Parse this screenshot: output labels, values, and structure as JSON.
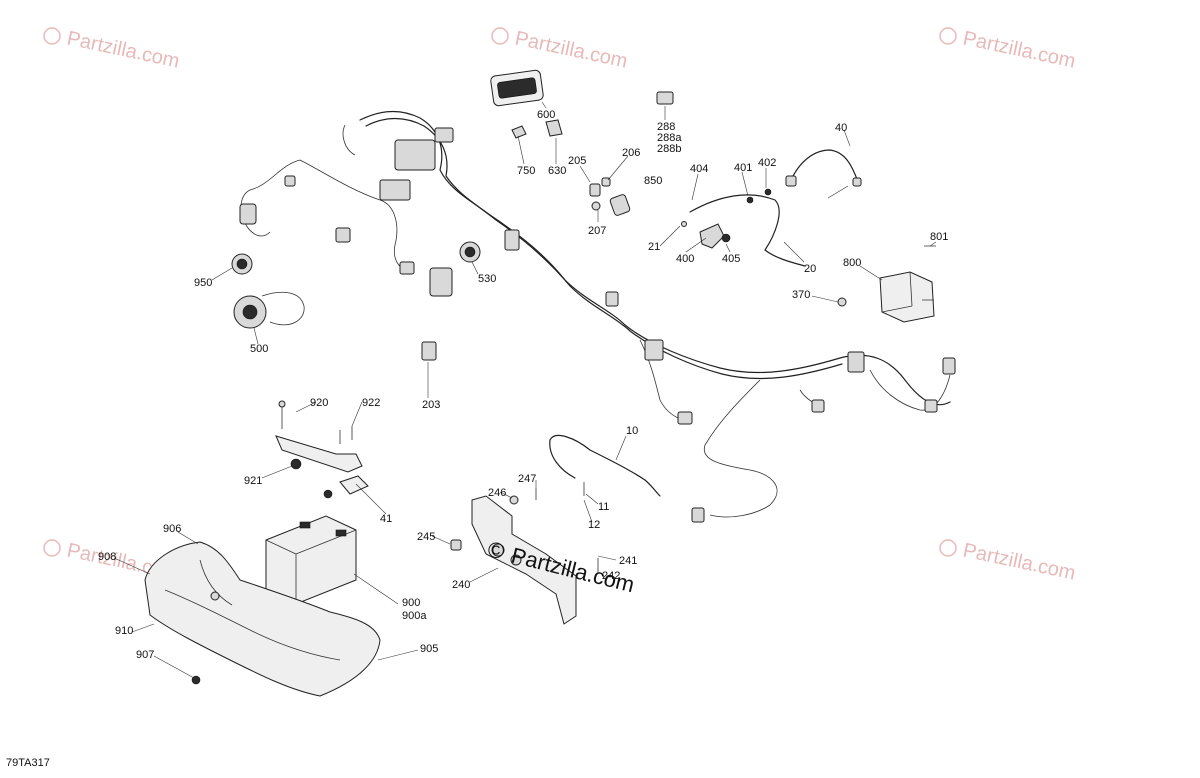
{
  "diagram_code": "79TA317",
  "watermarks": {
    "corner_text": "Partzilla.com",
    "center_text": "Partzilla.com",
    "symbol": "©"
  },
  "part_labels": [
    "600",
    "288",
    "288a",
    "288b",
    "40",
    "750",
    "630",
    "205",
    "206",
    "850",
    "207",
    "404",
    "401",
    "402",
    "21",
    "400",
    "405",
    "20",
    "801",
    "800",
    "370",
    "950",
    "530",
    "500",
    "203",
    "920",
    "922",
    "921",
    "41",
    "10",
    "247",
    "246",
    "11",
    "12",
    "245",
    "241",
    "242",
    "240",
    "906",
    "908",
    "910",
    "907",
    "900",
    "900a",
    "905"
  ],
  "colors": {
    "line": "#222222",
    "watermark": "#e8b9b9"
  }
}
